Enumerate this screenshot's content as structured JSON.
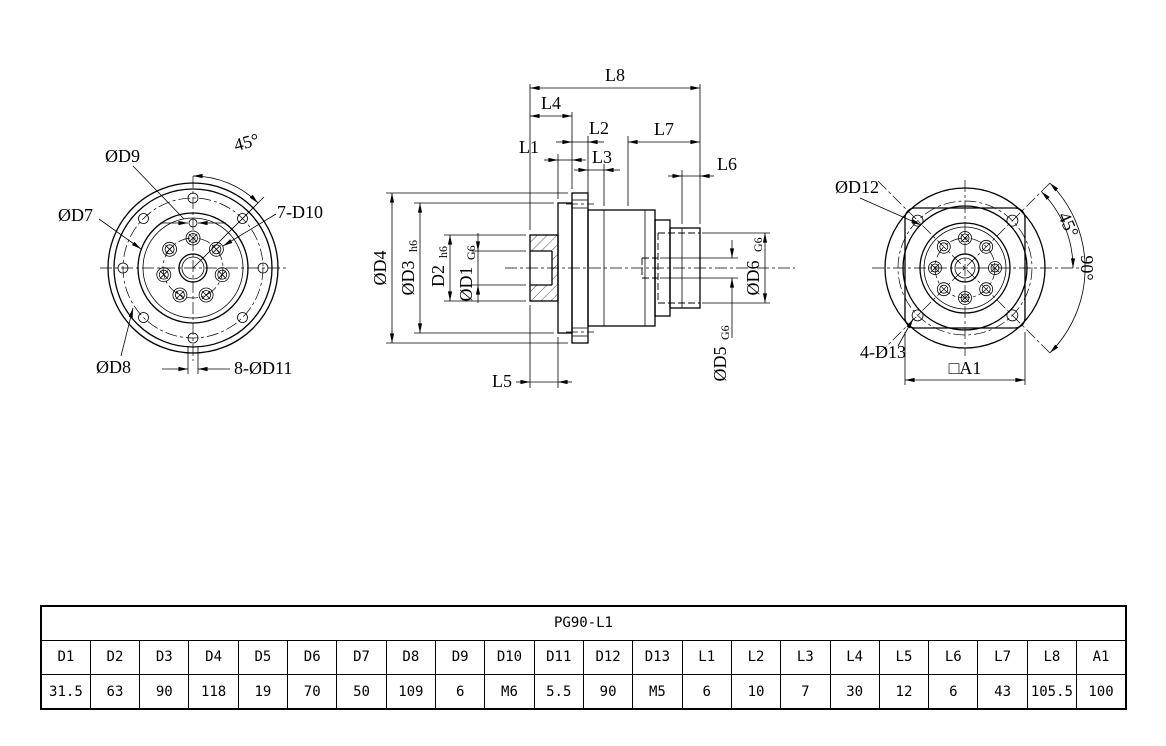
{
  "drawing": {
    "front_view": {
      "d9_label": "ØD9",
      "angle_label": "45°",
      "d7_label": "ØD7",
      "d10_label": "7-D10",
      "d8_label": "ØD8",
      "d11_label": "8-ØD11"
    },
    "section_view": {
      "l1": "L1",
      "l2": "L2",
      "l3": "L3",
      "l4": "L4",
      "l5": "L5",
      "l6": "L6",
      "l7": "L7",
      "l8": "L8",
      "d4": "ØD4",
      "d3": "ØD3",
      "d3_tol": "h6",
      "d2": "D2",
      "d2_tol": "h6",
      "d1": "ØD1",
      "d1_tol": "G6",
      "d6": "ØD6",
      "d6_tol": "G6",
      "d5": "ØD5",
      "d5_tol": "G6"
    },
    "rear_view": {
      "d12_label": "ØD12",
      "angle45_label": "45°",
      "angle90_label": "90°",
      "d13_label": "4-D13",
      "a1_label": "□A1"
    }
  },
  "table": {
    "title": "PG90-L1",
    "headers": [
      "D1",
      "D2",
      "D3",
      "D4",
      "D5",
      "D6",
      "D7",
      "D8",
      "D9",
      "D10",
      "D11",
      "D12",
      "D13",
      "L1",
      "L2",
      "L3",
      "L4",
      "L5",
      "L6",
      "L7",
      "L8",
      "A1"
    ],
    "values": [
      "31.5",
      "63",
      "90",
      "118",
      "19",
      "70",
      "50",
      "109",
      "6",
      "M6",
      "5.5",
      "90",
      "M5",
      "6",
      "10",
      "7",
      "30",
      "12",
      "6",
      "43",
      "105.5",
      "100"
    ]
  }
}
